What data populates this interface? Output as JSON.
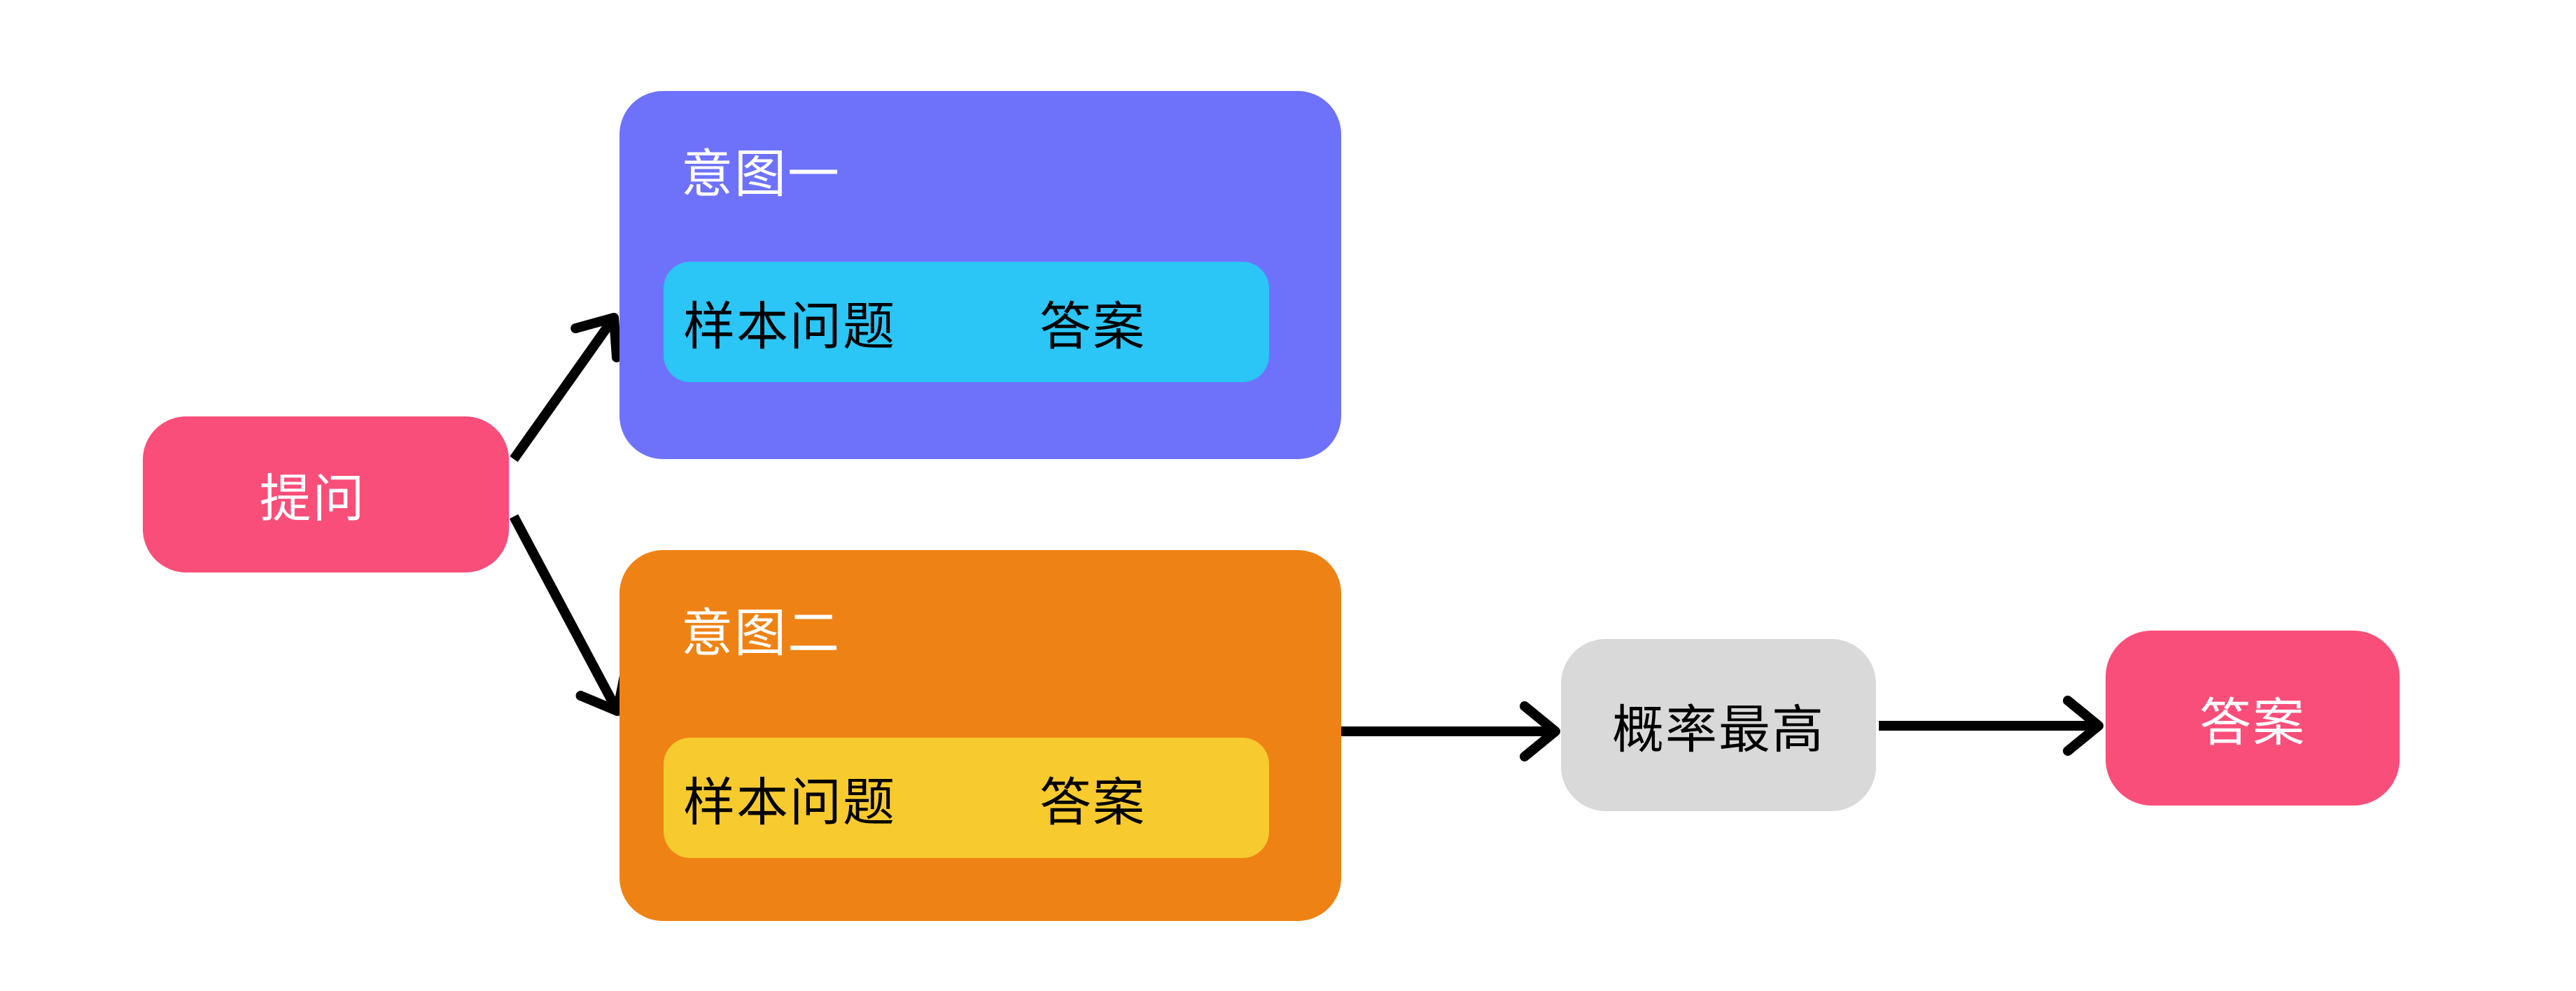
{
  "background": "#FFFFFF",
  "nodes": {
    "ask": {
      "label": "提问",
      "bg": "#F94E79",
      "fg": "#FFFFFF"
    },
    "intent1": {
      "title": "意图一",
      "bg": "#6E72FB",
      "fg": "#FFFFFF",
      "sample": {
        "question": "样本问题",
        "answer": "答案",
        "bg": "#2BC5F6",
        "fg": "#000000"
      }
    },
    "intent2": {
      "title": "意图二",
      "bg": "#EF8214",
      "fg": "#FFFFFF",
      "sample": {
        "question": "样本问题",
        "answer": "答案",
        "bg": "#F7CA2E",
        "fg": "#000000"
      }
    },
    "probability": {
      "label": "概率最高",
      "bg": "#D9D9D9",
      "fg": "#000000"
    },
    "answer": {
      "label": "答案",
      "bg": "#F94E79",
      "fg": "#FFFFFF"
    }
  },
  "edges": [
    {
      "from": "提问",
      "to": "意图一"
    },
    {
      "from": "提问",
      "to": "意图二"
    },
    {
      "from": "意图二",
      "to": "概率最高"
    },
    {
      "from": "概率最高",
      "to": "答案"
    }
  ],
  "arrow_color": "#000000"
}
